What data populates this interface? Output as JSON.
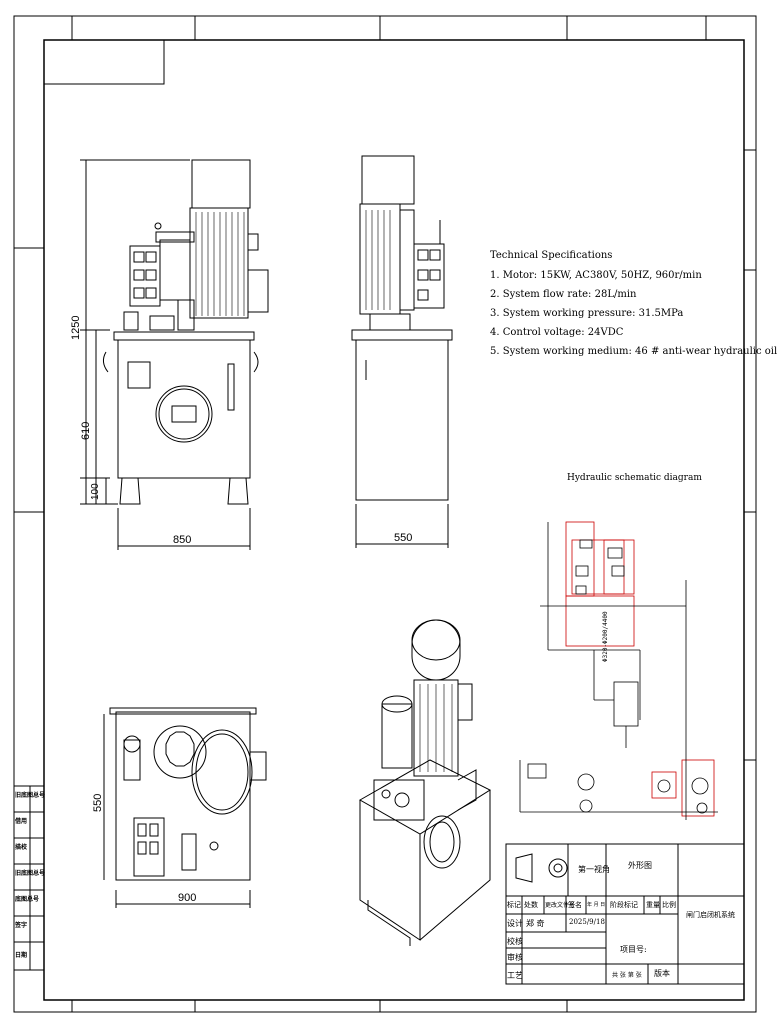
{
  "tech_spec": {
    "title": "Technical Specifications",
    "items": [
      "1. Motor: 15KW, AC380V, 50HZ, 960r/min",
      "2. System flow rate: 28L/min",
      "3. System working pressure: 31.5MPa",
      "4. Control voltage: 24VDC",
      "5. System working medium: 46 # anti-wear hydraulic oil"
    ]
  },
  "schematic": {
    "title": "Hydraulic schematic diagram",
    "valve_label": "Φ320-Φ200/4400"
  },
  "dimensions": {
    "front_height_total": "1250",
    "front_height_tank": "610",
    "front_height_base": "100",
    "front_width": "850",
    "side_width": "550",
    "top_depth": "550",
    "top_width": "900"
  },
  "side_labels": [
    "旧底图总号",
    "借用",
    "描校",
    "旧底图总号",
    "底图总号",
    "签字",
    "日期"
  ],
  "title_block": {
    "projection": "第一视角",
    "drawing_type": "外形图",
    "rev_mark": "标记",
    "rev_count": "处数",
    "rev_doc": "更改文件号",
    "rev_sign": "签名",
    "rev_date": "年 月 日",
    "stage_mark": "阶段标记",
    "weight": "重量",
    "scale": "比例",
    "designer_label": "设计",
    "designer_name": "郑 奇",
    "design_date": "2025/9/18",
    "check_label": "校核",
    "review_label": "审核",
    "process_label": "工艺",
    "project_no": "项目号:",
    "sheets": "共 张 第 张",
    "version": "版本",
    "system_name": "闸门启闭机系统"
  }
}
